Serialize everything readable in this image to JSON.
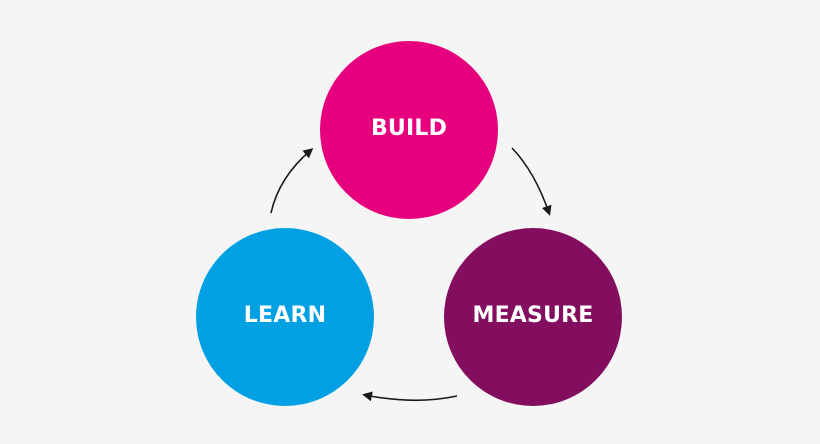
{
  "diagram": {
    "nodes": {
      "build": {
        "label": "BUILD",
        "color": "#e6007e"
      },
      "measure": {
        "label": "MEASURE",
        "color": "#830d5f"
      },
      "learn": {
        "label": "LEARN",
        "color": "#00a0e3"
      }
    },
    "edges": [
      {
        "from": "build",
        "to": "measure"
      },
      {
        "from": "measure",
        "to": "learn"
      },
      {
        "from": "learn",
        "to": "build"
      }
    ],
    "arrow_color": "#1a1a1a"
  }
}
